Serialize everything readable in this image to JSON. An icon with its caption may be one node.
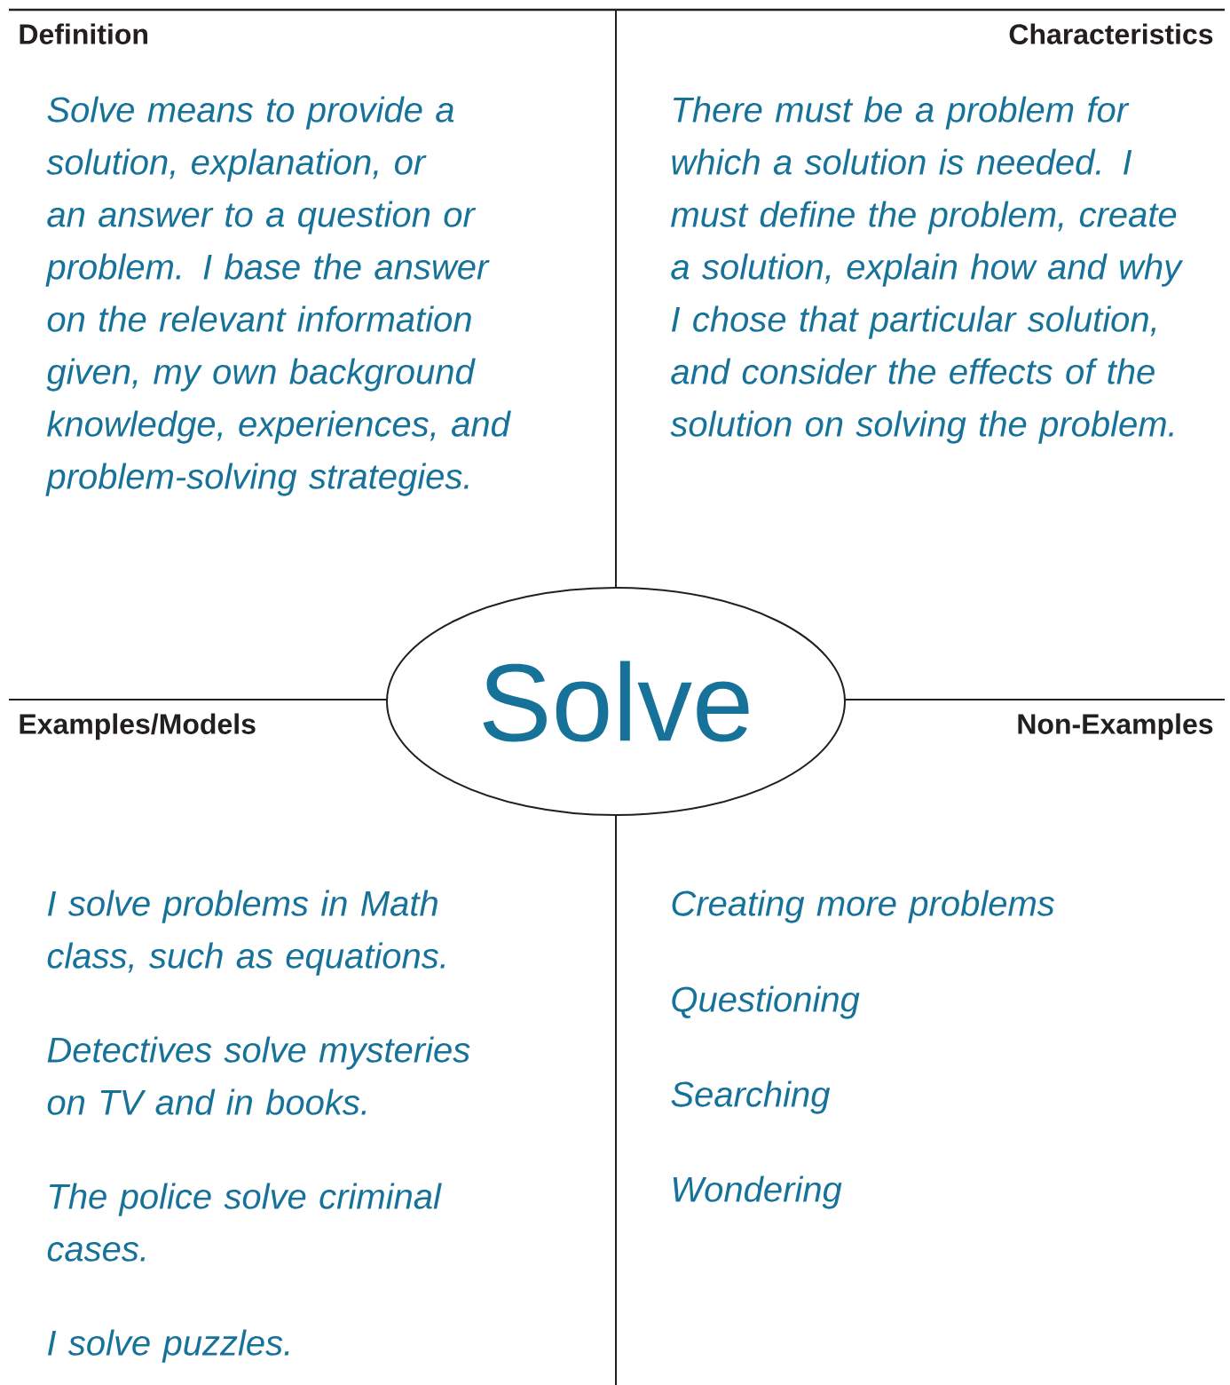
{
  "diagram": {
    "nodes": [
      {
        "text": [
          "Solve"
        ]
      }
    ],
    "labels": [
      "Definition",
      "Solve means to provide a solution, explanation, or an answer to a question or problem. I base the answer on the relevant information given, my own background knowledge, experiences, and problem-solving strategies.",
      "Characteristics",
      "There must be a problem for which a solution is needed. I must define the problem, create a solution, explain how and why I chose that particular solution, and consider the effects of the solution on solving the problem.",
      "Examples/Models",
      "I solve problems in Math class, such as equations.",
      "Detectives solve mysteries on TV and in books.",
      "The police solve criminal cases.",
      "I solve puzzles.",
      "Non-Examples",
      "Creating more problems",
      "Questioning",
      "Searching",
      "Wondering"
    ]
  }
}
